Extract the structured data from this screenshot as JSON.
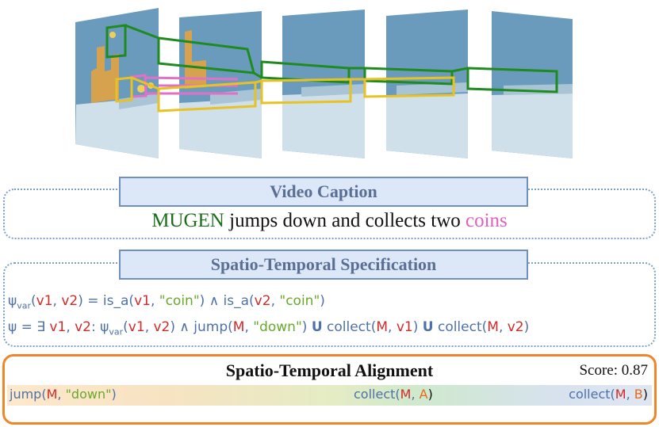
{
  "frames": {
    "count": 5
  },
  "caption": {
    "title": "Video Caption",
    "subject": "MUGEN",
    "middle": " jumps down and collects two ",
    "object": "coins"
  },
  "spec": {
    "title": "Spatio-Temporal Specification",
    "f1": {
      "psi": "ψ",
      "sub": "var",
      "open": "(",
      "v1": "v1",
      "comma": ", ",
      "v2": "v2",
      "eq": ") = is_a(",
      "v1b": "v1",
      "c1": ", ",
      "coin1": "\"coin\"",
      "and": ") ∧ is_a(",
      "v2b": "v2",
      "c2": ", ",
      "coin2": "\"coin\"",
      "end": ")"
    },
    "f2": {
      "lead": "ψ = ∃ ",
      "v1": "v1",
      "comma": ", ",
      "v2": "v2",
      "colon": ": ψ",
      "sub": "var",
      "open": "(",
      "v1b": "v1",
      "c1": ", ",
      "v2b": "v2",
      "jump": ") ∧ jump(",
      "M1": "M",
      "c2": ", ",
      "down": "\"down\"",
      "close1": ") ",
      "U1": "U",
      "collect1": " collect(",
      "M2": "M",
      "c3": ", ",
      "v1c": "v1",
      "close2": ") ",
      "U2": "U",
      "collect2": " collect(",
      "M3": "M",
      "c4": ", ",
      "v2c": "v2",
      "close3": ")"
    }
  },
  "alignment": {
    "title": "Spatio-Temporal Alignment",
    "score": "Score: 0.87",
    "act1": {
      "fn": "jump(",
      "M": "M",
      "c": ", ",
      "arg": "\"down\"",
      "end": ")"
    },
    "act2": {
      "fn": "collect(",
      "M": "M",
      "c": ", ",
      "arg": "A",
      "end": ")"
    },
    "act3": {
      "fn": "collect(",
      "M": "M",
      "c": ", ",
      "arg": "B",
      "end": ")"
    }
  }
}
